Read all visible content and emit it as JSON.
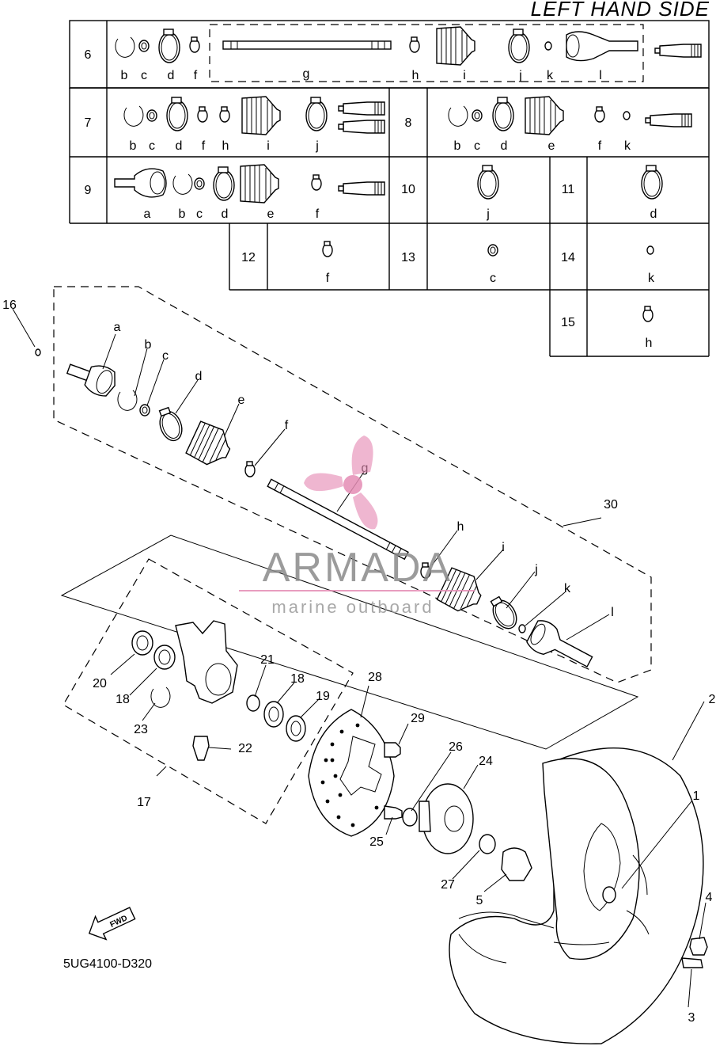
{
  "header": {
    "title": "LEFT HAND SIDE"
  },
  "table": {
    "rows": [
      {
        "set": "6",
        "letters": [
          "b",
          "c",
          "d",
          "f",
          "g",
          "h",
          "i",
          "j",
          "k",
          "l"
        ]
      },
      {
        "set": "7",
        "letters": [
          "b",
          "c",
          "d",
          "f",
          "h",
          "i",
          "j"
        ]
      },
      {
        "set": "8",
        "letters": [
          "b",
          "c",
          "d",
          "e",
          "f",
          "k"
        ]
      },
      {
        "set": "9",
        "letters": [
          "a",
          "b",
          "c",
          "d",
          "e",
          "f"
        ]
      },
      {
        "set": "10",
        "letters": [
          "j"
        ]
      },
      {
        "set": "11",
        "letters": [
          "d"
        ]
      },
      {
        "set": "12",
        "letters": [
          "f"
        ]
      },
      {
        "set": "13",
        "letters": [
          "c"
        ]
      },
      {
        "set": "14",
        "letters": [
          "k"
        ]
      },
      {
        "set": "15",
        "letters": [
          "h"
        ]
      }
    ]
  },
  "callouts": {
    "shaft_letters": [
      "a",
      "b",
      "c",
      "d",
      "e",
      "f",
      "g",
      "h",
      "i",
      "j",
      "k",
      "l"
    ],
    "numbers": [
      "16",
      "30",
      "20",
      "18",
      "23",
      "17",
      "21",
      "18",
      "19",
      "22",
      "28",
      "29",
      "26",
      "24",
      "25",
      "27",
      "5",
      "2",
      "1",
      "4",
      "3"
    ]
  },
  "watermark": {
    "brand": "ARMADA",
    "tagline": "marine outboard",
    "brand_color": "#e58db5"
  },
  "footer": {
    "code": "5UG4100-D320",
    "fwd_label": "FWD"
  }
}
